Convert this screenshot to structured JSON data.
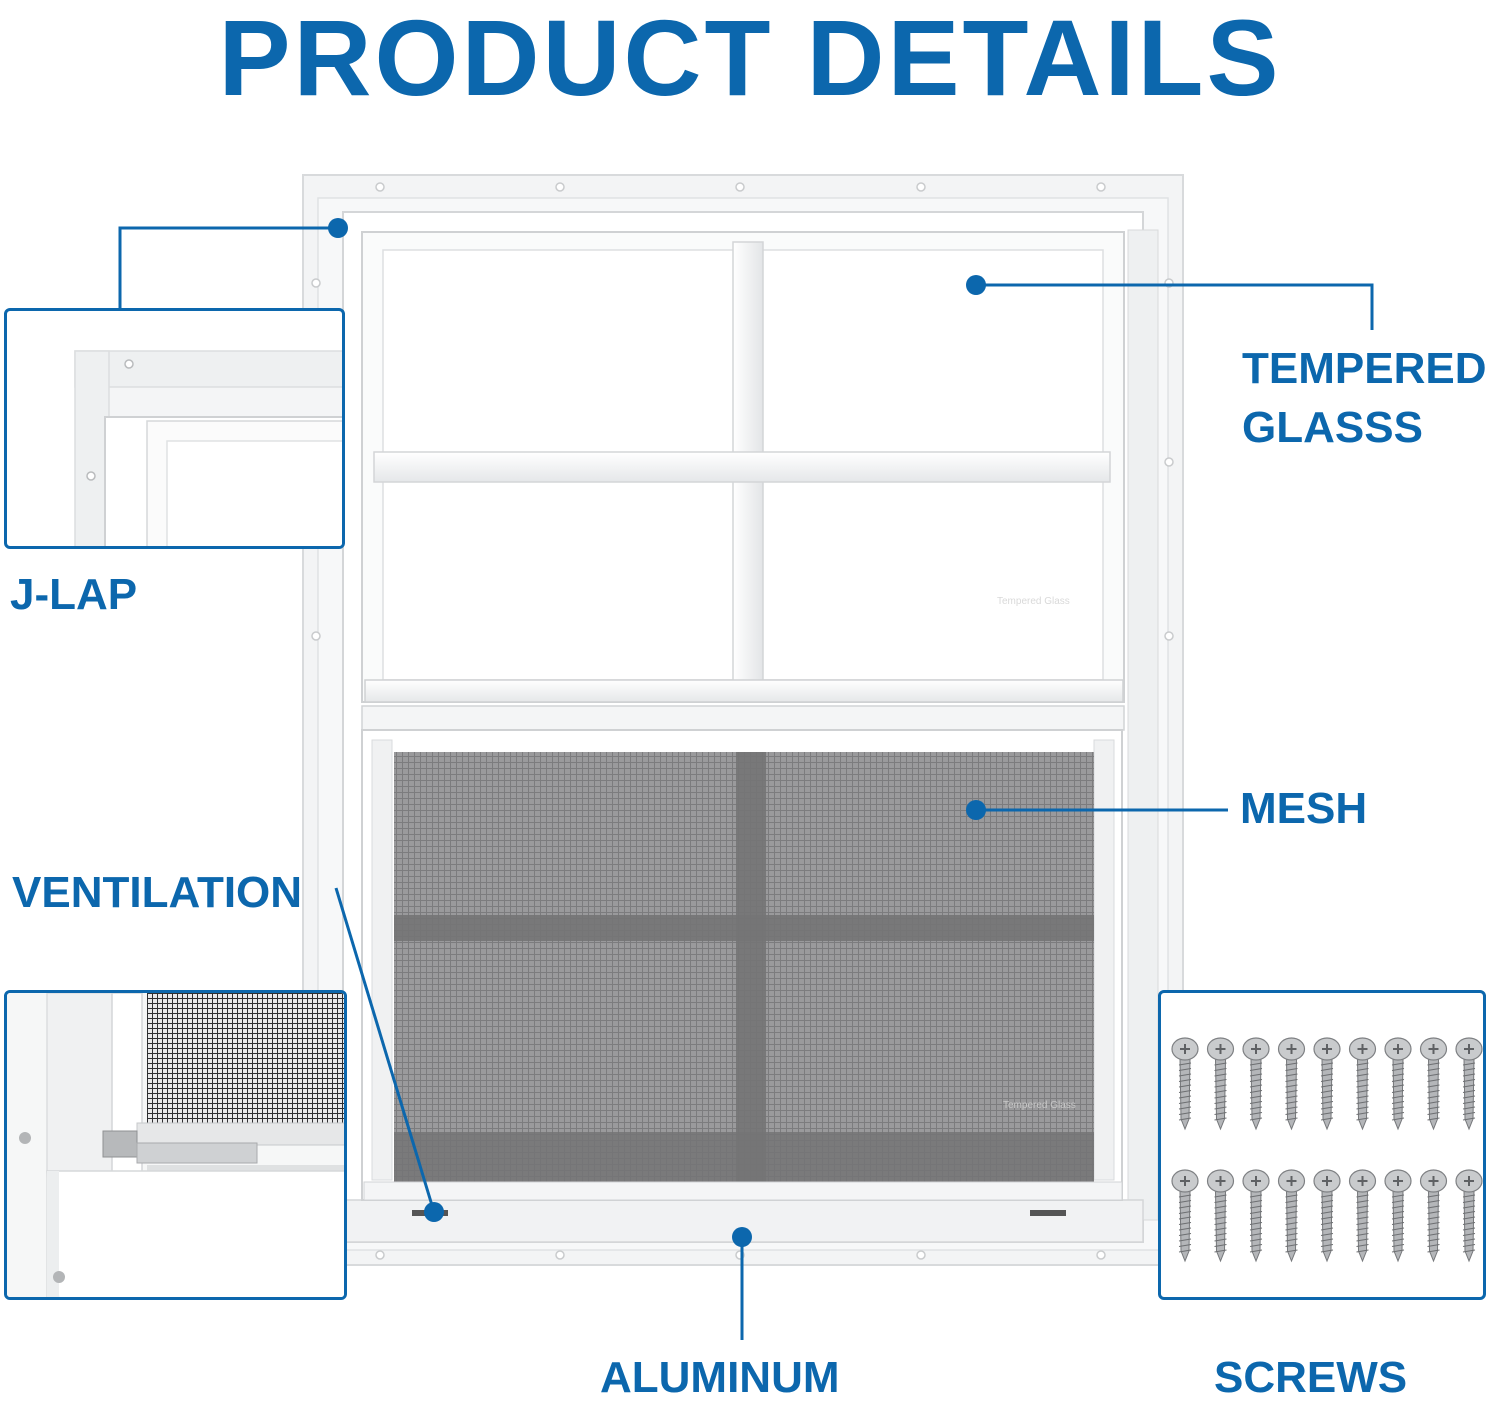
{
  "title": "PRODUCT DETAILS",
  "colors": {
    "accent": "#0c67ad",
    "frame": "#f4f5f6",
    "mesh": "#8a8a8c"
  },
  "callouts": {
    "tempered_glass_line1": "TEMPERED",
    "tempered_glass_line2": "GLASSS",
    "j_lap": "J-LAP",
    "mesh": "MESH",
    "ventilation": "VENTILATION",
    "aluminum": "ALUMINUM",
    "screws": "SCREWS"
  },
  "watermarks": {
    "upper": "Tempered Glass",
    "lower": "Tempered Glass"
  },
  "screws": {
    "per_row": 9,
    "rows": 2
  }
}
